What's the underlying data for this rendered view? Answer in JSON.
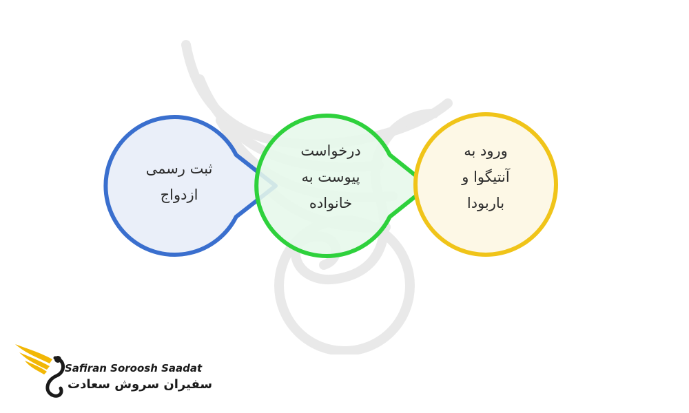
{
  "steps": [
    {
      "label_line1": "ثبت رسمی",
      "label_line2": "ازدواج",
      "label_line3": "",
      "color": "#3a6fce",
      "fill": "#eaeff9"
    },
    {
      "label_line1": "درخواست",
      "label_line2": "پیوست به",
      "label_line3": "خانواده",
      "color": "#2ed13c",
      "fill": "#e6f8ea"
    },
    {
      "label_line1": "ورود به",
      "label_line2": "آنتیگوا و",
      "label_line3": "باربودا",
      "color": "#f0c419",
      "fill": "#fdf8e6"
    }
  ],
  "logo": {
    "name_en": "Safiran Soroosh Saadat",
    "name_fa": "سفیران سروش سعادت",
    "accent_color": "#f2b705"
  }
}
